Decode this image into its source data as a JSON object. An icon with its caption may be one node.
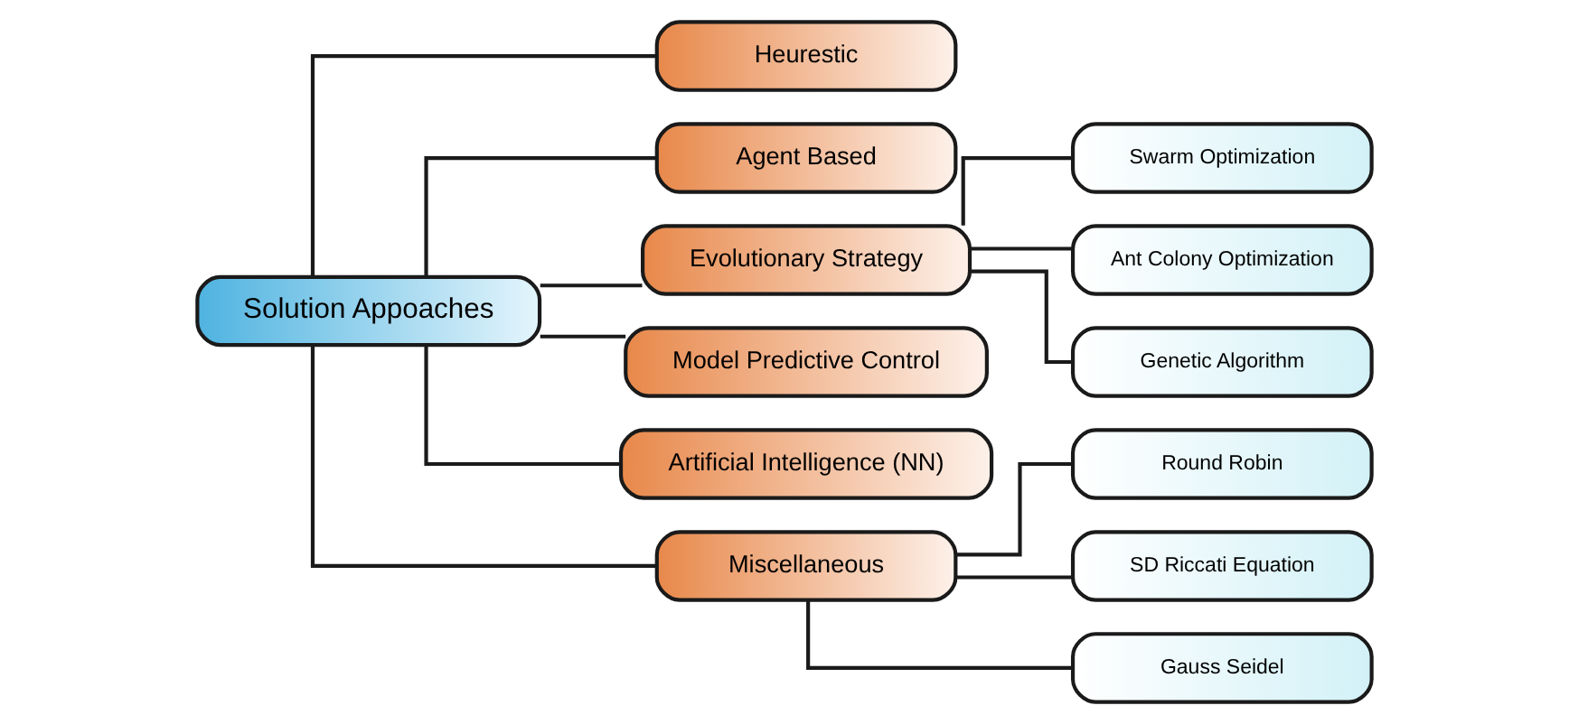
{
  "diagram": {
    "nodes": [
      {
        "text": [
          "Solution Appoaches"
        ]
      },
      {
        "text": [
          "Heurestic"
        ]
      },
      {
        "text": [
          "Agent Based"
        ]
      },
      {
        "text": [
          "Evolutionary Strategy"
        ]
      },
      {
        "text": [
          "Model Predictive Control"
        ]
      },
      {
        "text": [
          "Artificial Intelligence (NN)"
        ]
      },
      {
        "text": [
          "Miscellaneous"
        ]
      },
      {
        "text": [
          "Swarm Optimization"
        ]
      },
      {
        "text": [
          "Ant Colony Optimization"
        ]
      },
      {
        "text": [
          "Genetic Algorithm"
        ]
      },
      {
        "text": [
          "Round Robin"
        ]
      },
      {
        "text": [
          "SD Riccati Equation"
        ]
      },
      {
        "text": [
          "Gauss Seidel"
        ]
      }
    ],
    "edges": [
      {
        "from": 0,
        "to": 1,
        "arrow": "none"
      },
      {
        "from": 0,
        "to": 2,
        "arrow": "none"
      },
      {
        "from": 0,
        "to": 3,
        "arrow": "none"
      },
      {
        "from": 0,
        "to": 4,
        "arrow": "none"
      },
      {
        "from": 0,
        "to": 5,
        "arrow": "none"
      },
      {
        "from": 0,
        "to": 6,
        "arrow": "none"
      },
      {
        "from": 3,
        "to": 7,
        "arrow": "none"
      },
      {
        "from": 3,
        "to": 8,
        "arrow": "none"
      },
      {
        "from": 3,
        "to": 9,
        "arrow": "none"
      },
      {
        "from": 6,
        "to": 10,
        "arrow": "none"
      },
      {
        "from": 6,
        "to": 11,
        "arrow": "none"
      },
      {
        "from": 6,
        "to": 12,
        "arrow": "none"
      }
    ]
  }
}
